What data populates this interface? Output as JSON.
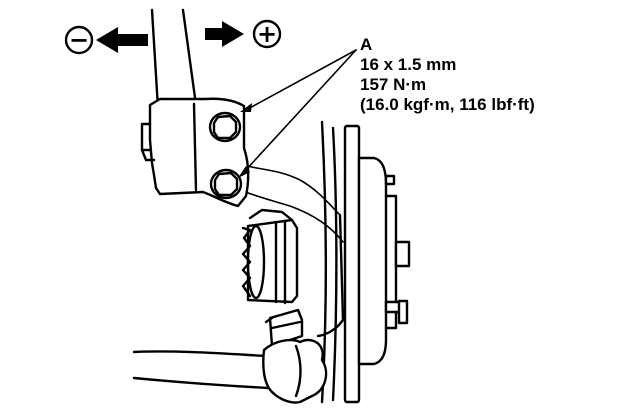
{
  "diagram": {
    "direction_minus": "−",
    "direction_plus": "+",
    "callout": {
      "letter": "A",
      "size": "16 x 1.5 mm",
      "torque_nm": "157 N·m",
      "torque_alt": "(16.0 kgf·m, 116 lbf·ft)"
    }
  },
  "colors": {
    "line": "#000000",
    "background": "#ffffff"
  }
}
